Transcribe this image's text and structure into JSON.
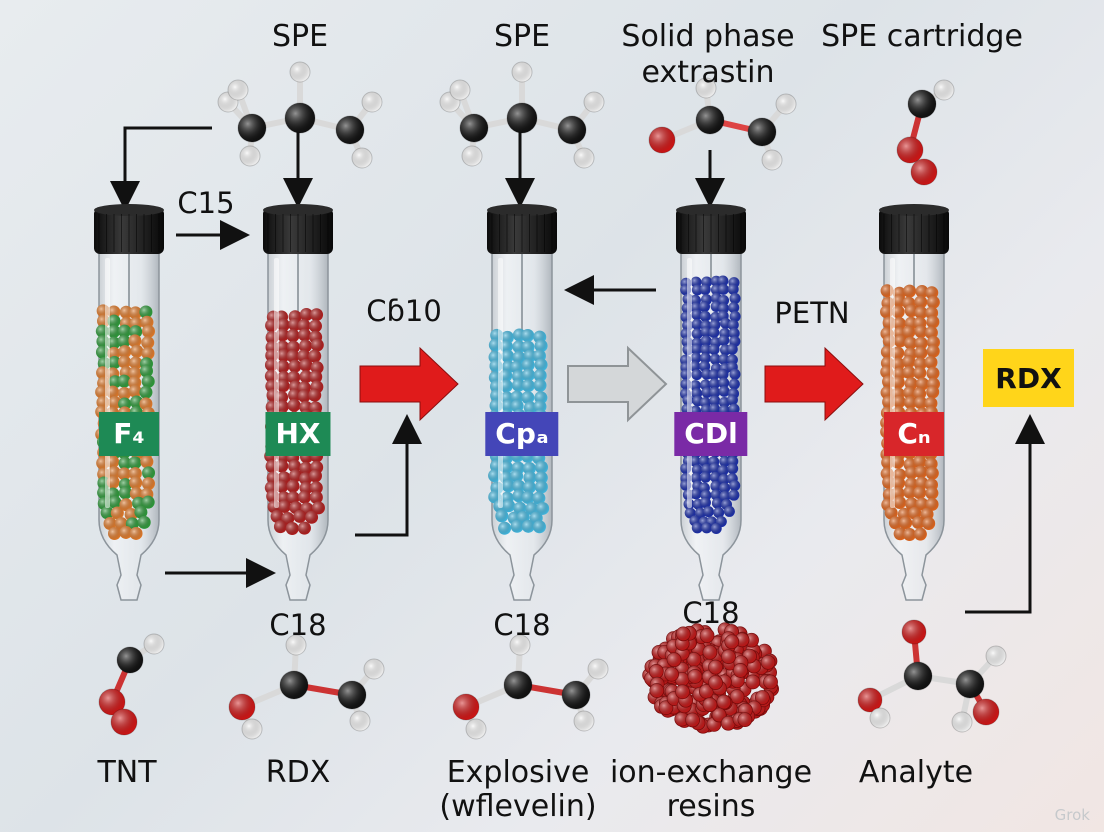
{
  "top_labels": {
    "col1": "SPE",
    "col2": "SPE",
    "col3_line1": "Solid phase",
    "col3_line2": "extrastin",
    "col4": "SPE cartridge"
  },
  "arrow_labels": {
    "c15": "C15",
    "cb10": "Cɓ10",
    "petn": "PETN"
  },
  "tube_badges": [
    {
      "text": "F₄",
      "color": "#1e8a55"
    },
    {
      "text": "HX",
      "color": "#1e8a55"
    },
    {
      "text": "Cpₐ",
      "color": "#4446b8"
    },
    {
      "text": "CDl",
      "color": "#7a2aa6"
    },
    {
      "text": "Cₙ",
      "color": "#d8262a"
    }
  ],
  "rdx_box": "RDX",
  "c18_labels": [
    "C18",
    "C18",
    "C18"
  ],
  "bottom_labels": {
    "tnt": "TNT",
    "rdx": "RDX",
    "explosive_line1": "Explosive",
    "explosive_line2": "(wflevelin)",
    "ion_line1": "ion-exchange",
    "ion_line2": "resins",
    "analyte": "Analyte"
  },
  "watermark": "Grok",
  "colors": {
    "tube1_beads": [
      "#e07a2a",
      "#2e9a3a"
    ],
    "tube2_beads": "#b01e1e",
    "tube3_beads": "#43b8e0",
    "tube4_beads": "#1c2fa8",
    "tube5_beads": "#e0661e",
    "arrow_red": "#e01b1b",
    "arrow_gray": "#cfd2d4"
  }
}
